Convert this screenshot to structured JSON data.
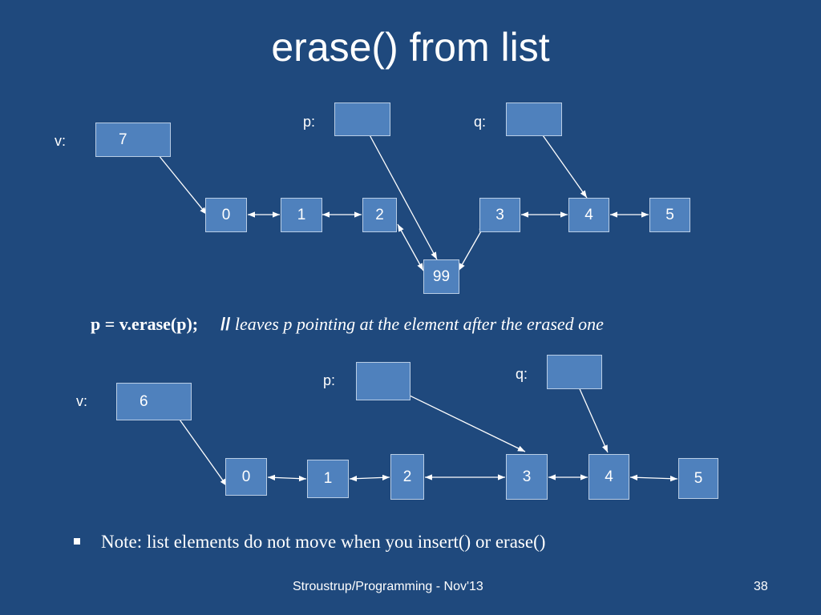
{
  "title": "erase() from list",
  "top_diagram": {
    "v_label": "v:",
    "v_value": "7",
    "p_label": "p:",
    "q_label": "q:",
    "nodes": [
      "0",
      "1",
      "2",
      "99",
      "3",
      "4",
      "5"
    ]
  },
  "code": {
    "statement": "p = v.erase(p);",
    "comment_slashes": "//",
    "comment_text": " leaves p pointing at the element after the erased one"
  },
  "bottom_diagram": {
    "v_label": "v:",
    "v_value": "6",
    "p_label": "p:",
    "q_label": "q:",
    "nodes": [
      "0",
      "1",
      "2",
      "3",
      "4",
      "5"
    ]
  },
  "note": "Note: list elements do not move when you insert() or erase()",
  "footer": {
    "credit": "Stroustrup/Programming - Nov'13",
    "page_number": "38"
  }
}
